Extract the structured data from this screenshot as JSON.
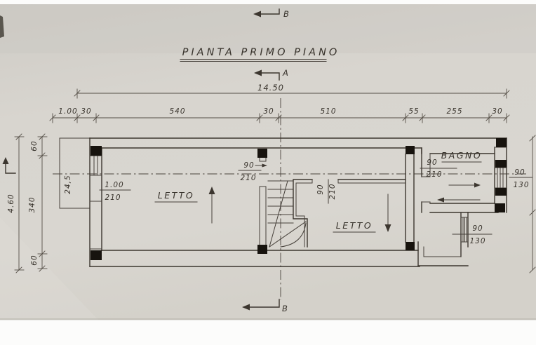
{
  "colors": {
    "paper": "#d7d4ce",
    "ink": "#3c362f",
    "pillar": "#17130e"
  },
  "title": "PIANTA PRIMO PIANO",
  "sections": {
    "a": "A",
    "b_top": "B",
    "b_bottom": "B"
  },
  "rooms": {
    "letto_left": "LETTO",
    "letto_right": "LETTO",
    "bagno": "BAGNO"
  },
  "dims": {
    "overall_w": "14.50",
    "seg": [
      "1.00",
      "30",
      "540",
      "30",
      "510",
      "55",
      "255",
      "30"
    ],
    "overall_h": "4.60",
    "vseg": [
      "60",
      "340",
      "60"
    ],
    "balcony": "24,5",
    "openings": {
      "win_left": {
        "w": "1.00",
        "h": "210"
      },
      "door_stair": {
        "w": "90",
        "h": "210"
      },
      "door_hall": {
        "w": "90",
        "h": "210"
      },
      "door_bagno": {
        "w": "90",
        "h": "210"
      },
      "win_right": {
        "w": "90",
        "h": "130"
      },
      "win_south": {
        "w": "90",
        "h": "130"
      }
    }
  }
}
